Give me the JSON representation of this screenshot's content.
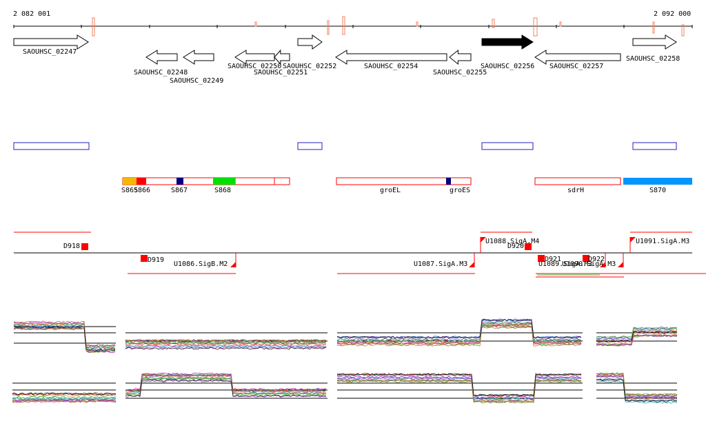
{
  "coordinates": {
    "start": "2 082 001",
    "end": "2 092 000"
  },
  "genes": [
    {
      "id": "SAOUHSC_02247",
      "strand": "+"
    },
    {
      "id": "SAOUHSC_02248",
      "strand": "-"
    },
    {
      "id": "SAOUHSC_02249",
      "strand": "-"
    },
    {
      "id": "SAOUHSC_02250",
      "strand": "-"
    },
    {
      "id": "SAOUHSC_02251",
      "strand": "-"
    },
    {
      "id": "SAOUHSC_02252",
      "strand": "+"
    },
    {
      "id": "SAOUHSC_02254",
      "strand": "-"
    },
    {
      "id": "SAOUHSC_02255",
      "strand": "-"
    },
    {
      "id": "SAOUHSC_02256",
      "strand": "+",
      "selected": true
    },
    {
      "id": "SAOUHSC_02257",
      "strand": "-"
    },
    {
      "id": "SAOUHSC_02258",
      "strand": "+"
    }
  ],
  "segments": [
    {
      "label": "S865"
    },
    {
      "label": "S866"
    },
    {
      "label": "S867"
    },
    {
      "label": "S868"
    },
    {
      "label": "groEL"
    },
    {
      "label": "groES"
    },
    {
      "label": "sdrH"
    },
    {
      "label": "S870"
    }
  ],
  "segment_colors": {
    "S865": "#f5b800",
    "S866": "#ff0000",
    "S867": "#000080",
    "S868": "#00e000",
    "groES": "#000080",
    "S870": "#0095ff"
  },
  "promoters": [
    {
      "label": "D918"
    },
    {
      "label": "D919"
    },
    {
      "label": "D920"
    },
    {
      "label": "D921"
    },
    {
      "label": "D922"
    },
    {
      "label": "U1086.SigB.M2"
    },
    {
      "label": "U1087.SigA.M3"
    },
    {
      "label": "U1088.SigA.M4"
    },
    {
      "label": "U1089.SigA.M3"
    },
    {
      "label": "U1090.SigA.M3"
    },
    {
      "label": "U1091.SigA.M3"
    }
  ],
  "colors": {
    "feature": "#ff0000",
    "box": "#2020c0",
    "axis": "#000000"
  }
}
